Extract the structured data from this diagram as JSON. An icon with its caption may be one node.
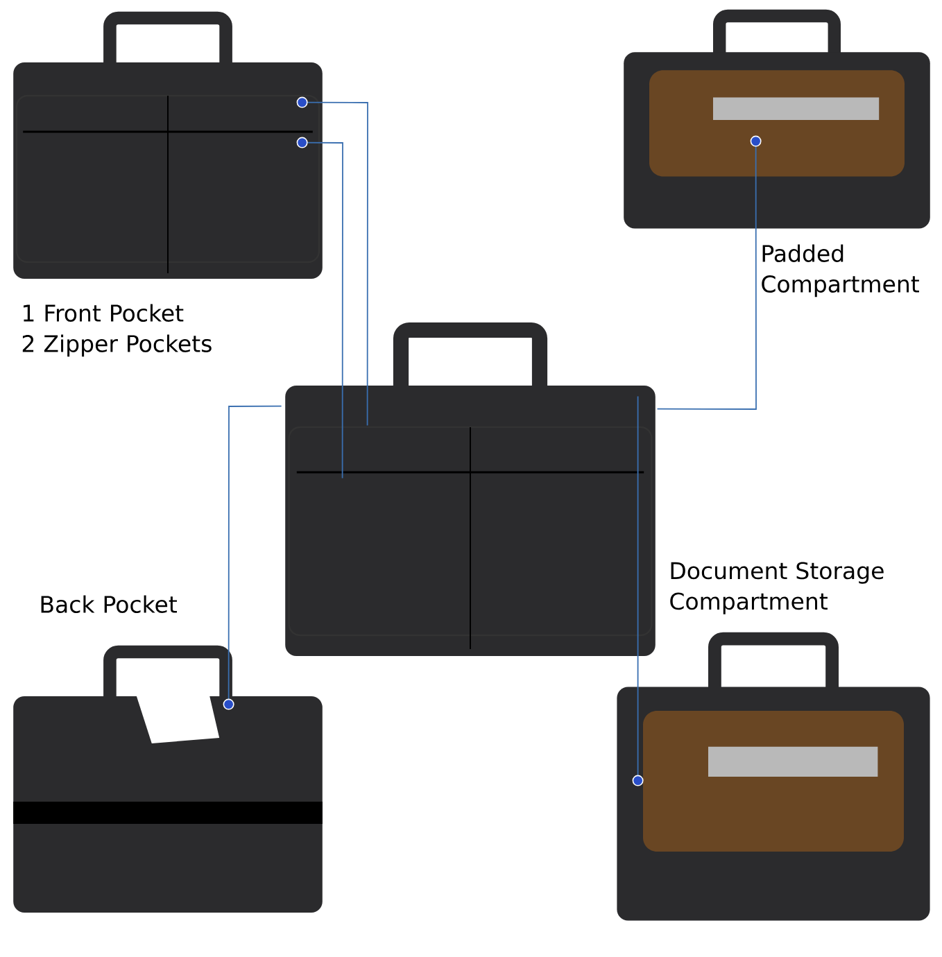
{
  "diagram": {
    "nodes": [
      {
        "text": [],
        "shape": "picture"
      },
      {
        "text": [],
        "shape": "picture"
      },
      {
        "text": [],
        "shape": "picture"
      },
      {
        "text": [],
        "shape": "picture"
      },
      {
        "text": [],
        "shape": "picture"
      }
    ],
    "labels": [
      "Padded Compartment",
      "1 Front Pocket",
      "2 Zipper Pockets",
      "Document Storage Compartment",
      "Back Pocket"
    ],
    "edges": [
      {
        "from": 1,
        "to": 0,
        "arrow": "other"
      },
      {
        "from": 1,
        "to": 0,
        "arrow": "other"
      },
      {
        "from": 2,
        "to": 0,
        "arrow": "other"
      },
      {
        "from": 3,
        "to": 0,
        "arrow": "other"
      },
      {
        "from": 4,
        "to": 0,
        "arrow": "other"
      }
    ]
  }
}
